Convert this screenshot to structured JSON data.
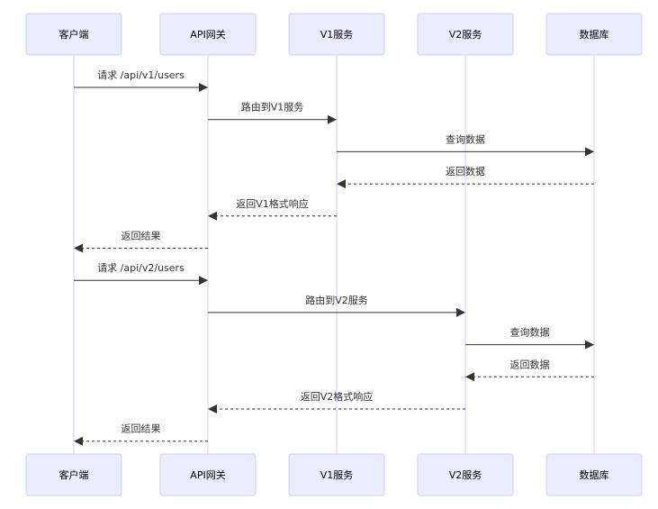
{
  "participants": [
    {
      "id": "client",
      "label": "客户端"
    },
    {
      "id": "gateway",
      "label": "API网关"
    },
    {
      "id": "v1",
      "label": "V1服务"
    },
    {
      "id": "v2",
      "label": "V2服务"
    },
    {
      "id": "db",
      "label": "数据库"
    }
  ],
  "messages": [
    {
      "from": "client",
      "to": "gateway",
      "label": "请求 /api/v1/users",
      "style": "solid"
    },
    {
      "from": "gateway",
      "to": "v1",
      "label": "路由到V1服务",
      "style": "solid"
    },
    {
      "from": "v1",
      "to": "db",
      "label": "查询数据",
      "style": "solid"
    },
    {
      "from": "db",
      "to": "v1",
      "label": "返回数据",
      "style": "dashed"
    },
    {
      "from": "v1",
      "to": "gateway",
      "label": "返回V1格式响应",
      "style": "dashed"
    },
    {
      "from": "gateway",
      "to": "client",
      "label": "返回结果",
      "style": "dashed"
    },
    {
      "from": "client",
      "to": "gateway",
      "label": "请求 /api/v2/users",
      "style": "solid"
    },
    {
      "from": "gateway",
      "to": "v2",
      "label": "路由到V2服务",
      "style": "solid"
    },
    {
      "from": "v2",
      "to": "db",
      "label": "查询数据",
      "style": "solid"
    },
    {
      "from": "db",
      "to": "v2",
      "label": "返回数据",
      "style": "dashed"
    },
    {
      "from": "v2",
      "to": "gateway",
      "label": "返回V2格式响应",
      "style": "dashed"
    },
    {
      "from": "gateway",
      "to": "client",
      "label": "返回结果",
      "style": "dashed"
    }
  ],
  "colors": {
    "actor_fill": "#ECECFF",
    "actor_stroke": "#CCCCFF",
    "line": "#333333"
  }
}
